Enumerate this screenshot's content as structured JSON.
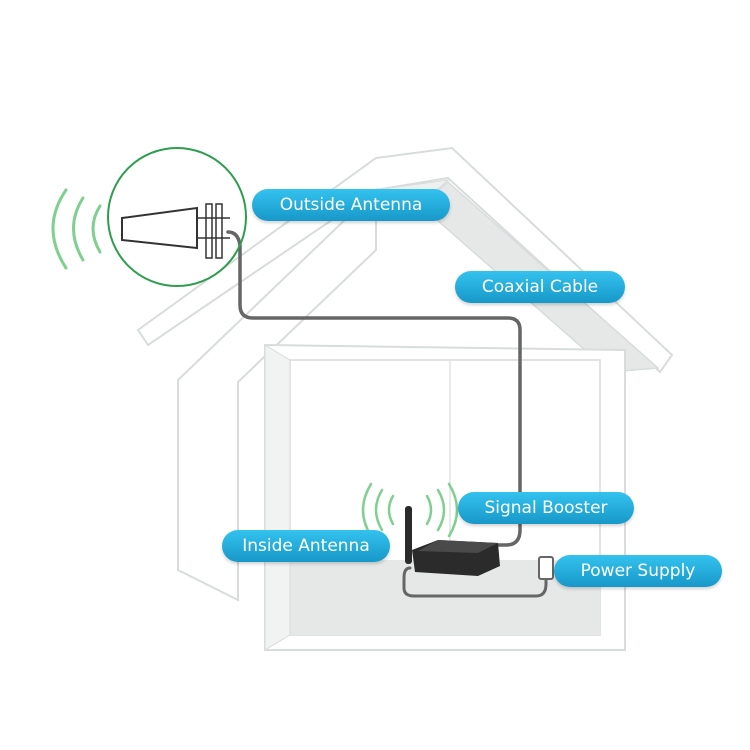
{
  "labels": {
    "outside_antenna": "Outside Antenna",
    "coaxial_cable": "Coaxial Cable",
    "signal_booster": "Signal Booster",
    "inside_antenna": "Inside Antenna",
    "power_supply": "Power Supply"
  },
  "colors": {
    "label_fill": "#1fa6d6",
    "highlight_circle": "#2e9e4e",
    "signal_waves": "#7fd08f",
    "cable": "#666666",
    "house_outline": "#d9dcdc",
    "house_shade": "#e6e8e8",
    "device": "#2b2b2b"
  }
}
